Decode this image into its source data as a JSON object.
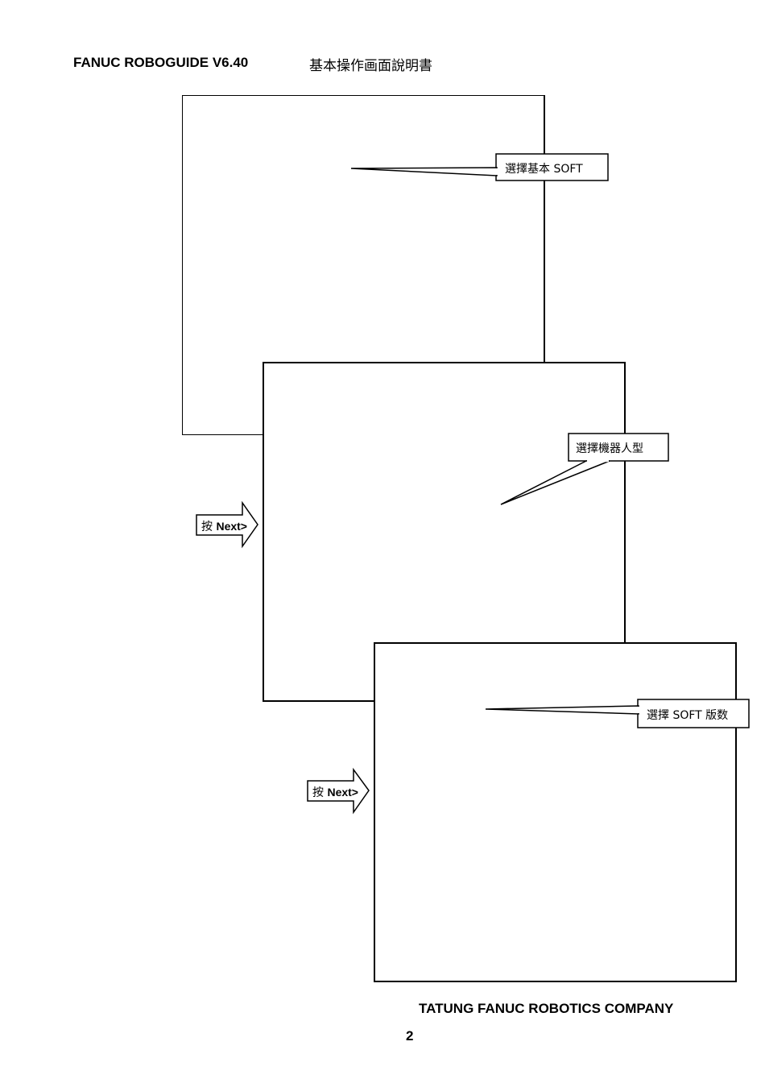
{
  "header": {
    "title": "FANUC ROBOGUIDE V6.40",
    "subtitle": "基本操作画面說明書"
  },
  "callouts": [
    {
      "label": "選擇基本 SOFT"
    },
    {
      "label": "選擇機器人型"
    },
    {
      "label": "選擇 SOFT 版数"
    }
  ],
  "next_buttons": [
    {
      "prefix": "按",
      "label": "Next>"
    },
    {
      "prefix": "按",
      "label": "Next>"
    }
  ],
  "footer": {
    "company": "TATUNG FANUC ROBOTICS COMPANY",
    "page_number": "2"
  }
}
